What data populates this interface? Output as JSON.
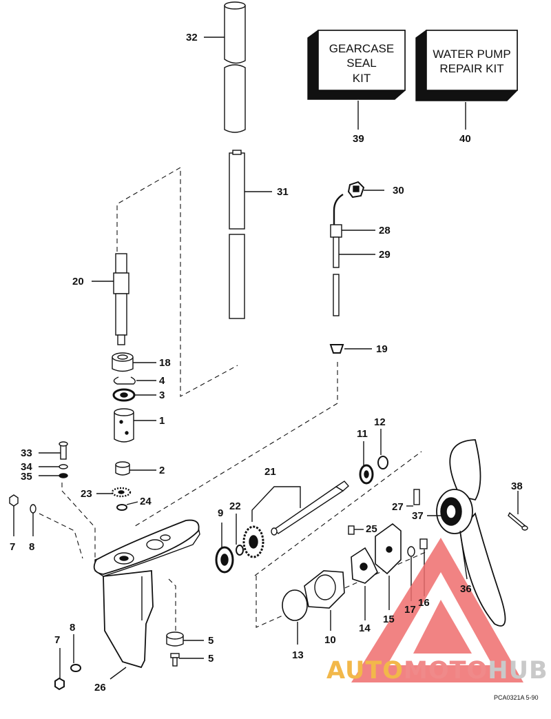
{
  "kits": [
    {
      "id": "gearcase-seal-kit",
      "text": "GEARCASE\nSEAL\nKIT",
      "number": "39"
    },
    {
      "id": "water-pump-repair-kit",
      "text": "WATER PUMP\nREPAIR KIT",
      "number": "40"
    }
  ],
  "part_numbers": {
    "p1": "1",
    "p2": "2",
    "p3": "3",
    "p4": "4",
    "p5a": "5",
    "p5b": "5",
    "p7a": "7",
    "p7b": "7",
    "p8a": "8",
    "p8b": "8",
    "p9": "9",
    "p10": "10",
    "p11": "11",
    "p12": "12",
    "p13": "13",
    "p14": "14",
    "p15": "15",
    "p16": "16",
    "p17": "17",
    "p18": "18",
    "p19": "19",
    "p20": "20",
    "p21": "21",
    "p22": "22",
    "p23": "23",
    "p24": "24",
    "p25": "25",
    "p26": "26",
    "p27": "27",
    "p28": "28",
    "p29": "29",
    "p30": "30",
    "p31": "31",
    "p32": "32",
    "p33": "33",
    "p34": "34",
    "p35": "35",
    "p36": "36",
    "p37": "37",
    "p38": "38"
  },
  "watermark": {
    "part1": "AUTO",
    "part2": "MOTO",
    "part3": "HUB",
    "colors": {
      "auto": "#f2b84a",
      "moto": "#f08a8a",
      "hub": "#c9c9c9",
      "triangle": "#ef6e6e"
    }
  },
  "drawing_code": "PCA0321A  5-90"
}
